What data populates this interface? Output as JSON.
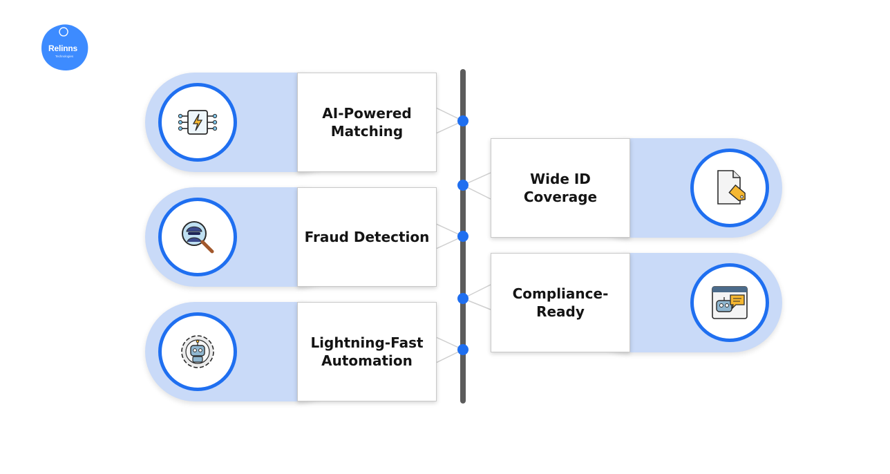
{
  "brand": {
    "name": "Relinns",
    "tagline": "Technologies",
    "color": "#3d8bff"
  },
  "colors": {
    "accent": "#1f6ff0",
    "pill": "#c9daf8",
    "timeline": "#5c5c5c"
  },
  "features": [
    {
      "label": "AI-Powered Matching",
      "icon": "chip-lightning-icon"
    },
    {
      "label": "Wide ID Coverage",
      "icon": "document-tag-icon"
    },
    {
      "label": "Fraud Detection",
      "icon": "magnifier-spy-icon"
    },
    {
      "label": "Compliance-Ready",
      "icon": "robot-chat-window-icon"
    },
    {
      "label": "Lightning-Fast Automation",
      "icon": "robot-gear-icon"
    }
  ]
}
